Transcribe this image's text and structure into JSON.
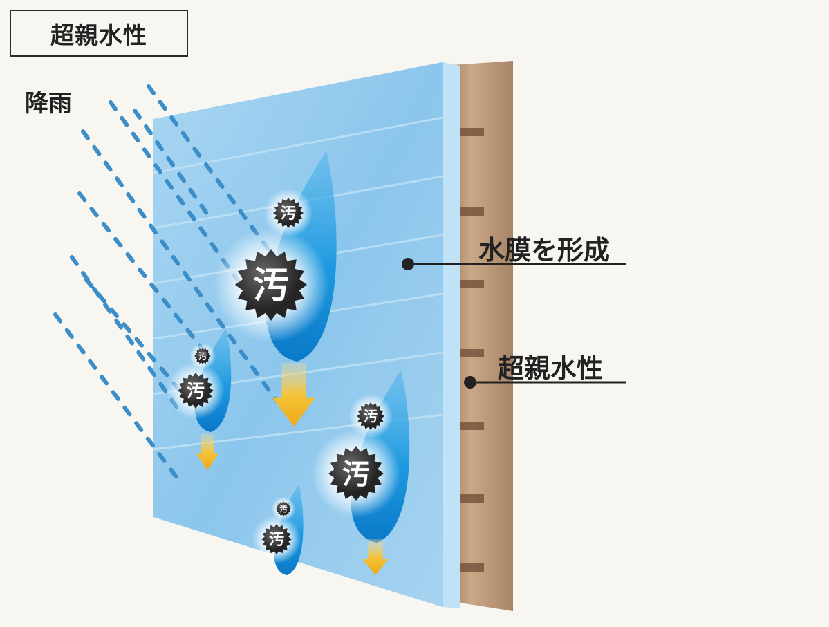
{
  "title": "超親水性",
  "rain_label": "降雨",
  "callouts": {
    "water_film": "水膜を形成",
    "super_hydrophilic": "超親水性"
  },
  "stain_label": "汚",
  "colors": {
    "background": "#f8f6f1",
    "water": "#6fb6e4",
    "droplet": "#1f8fd6",
    "arrow": "#f1b820",
    "wall_edge": "#c9a887",
    "rain": "#3c8ec8",
    "stain": "#3a3a3a"
  }
}
